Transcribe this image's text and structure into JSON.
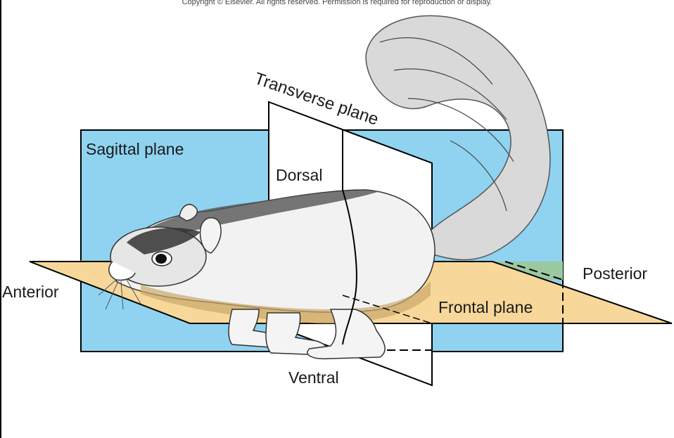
{
  "copyright_text": "Copyright © Elsevier. All rights reserved. Permission is required for reproduction or display.",
  "labels": {
    "sagittal": "Sagittal plane",
    "transverse": "Transverse plane",
    "dorsal": "Dorsal",
    "anterior": "Anterior",
    "posterior": "Posterior",
    "frontal": "Frontal plane",
    "ventral": "Ventral"
  },
  "colors": {
    "sagittal_plane": "#8fd3f0",
    "frontal_plane": "#f7d79a",
    "transverse_plane": "#ffffff",
    "ground_green": "#9ac9a0",
    "line": "#000000"
  },
  "illustration": "squirrel"
}
